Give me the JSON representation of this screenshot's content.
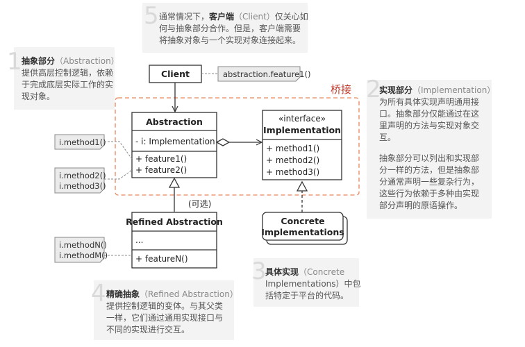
{
  "annotations": {
    "a1": {
      "num": "1",
      "bold": "抽象部分",
      "light": "（Abstraction）",
      "lines": [
        "提供高层控制逻辑，依赖",
        "于完成底层实际工作的实",
        "现对象。"
      ]
    },
    "a2": {
      "num": "2",
      "bold": "实现部分",
      "light": "（Implementation）",
      "lines": [
        "为所有具体实现声明通用接",
        "口。抽象部分仅能通过在这",
        "里声明的方法与实现对象交",
        "互。",
        "",
        "抽象部分可以列出和实现部",
        "分一样的方法，但是抽象部",
        "分通常声明一些复杂行为，",
        "这些行为依赖于多种由实现",
        "部分声明的原语操作。"
      ]
    },
    "a3": {
      "num": "3",
      "bold": "具体实现",
      "light": "（Concrete",
      "lines": [
        "Implementations）中包",
        "括特定于平台的代码。"
      ]
    },
    "a4": {
      "num": "4",
      "bold": "精确抽象",
      "light": "（Refined Abstraction）",
      "lines": [
        "提供控制逻辑的变体。与其父类",
        "一样，它们通过通用实现接口与",
        "不同的实现进行交互。"
      ]
    },
    "a5": {
      "num": "5",
      "pre": "通常情况下，",
      "bold": "客户端",
      "light": "（Client）",
      "post": "仅关心如",
      "lines": [
        "何与抽象部分合作。但是，客户端需要",
        "将抽象对象与一个实现对象连接起来。"
      ]
    }
  },
  "bridge_label": "桥接",
  "optional_label": "(可选)",
  "classes": {
    "client": {
      "title": "Client"
    },
    "abstraction": {
      "title": "Abstraction",
      "fields": [
        "- i: Implementation"
      ],
      "methods": [
        "+ feature1()",
        "+ feature2()"
      ]
    },
    "implementation": {
      "stereotype": "«interface»",
      "title": "Implementation",
      "methods": [
        "+ method1()",
        "+ method2()",
        "+ method3()"
      ]
    },
    "refined": {
      "title": "Refined Abstraction",
      "fields": [
        "..."
      ],
      "methods": [
        "+ featureN()"
      ]
    },
    "concrete": {
      "title_line1": "Concrete",
      "title_line2": "Implementations"
    }
  },
  "notes": {
    "client_note": [
      "abstraction.feature1()"
    ],
    "feature1_note": [
      "i.method1()"
    ],
    "feature2_note": [
      "i.method2()",
      "i.method3()"
    ],
    "featureN_note": [
      "i.methodN()",
      "i.methodM()"
    ]
  },
  "colors": {
    "accent": "#c0392b",
    "note_bg": "#ebebeb",
    "annotation_bg": "#f3f3f3"
  }
}
